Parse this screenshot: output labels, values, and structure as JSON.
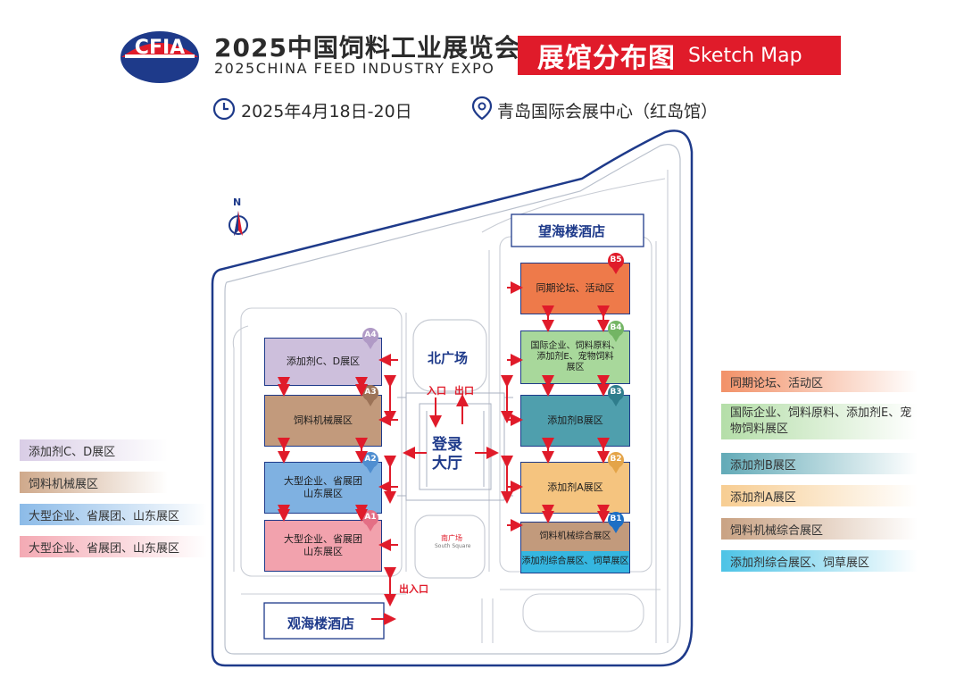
{
  "header": {
    "logo_text": "CFIA",
    "title_cn": "2025中国饲料工业展览会",
    "title_en": "2025CHINA FEED INDUSTRY EXPO",
    "badge_cn": "展馆分布图",
    "badge_en": "Sketch Map",
    "date": "2025年4月18日-20日",
    "venue": "青岛国际会展中心（红岛馆）"
  },
  "compass": {
    "label": "N"
  },
  "map": {
    "halls": [
      {
        "id": "A4",
        "label": "添加剂C、D展区",
        "color": "#cdbfdc"
      },
      {
        "id": "A3",
        "label": "饲料机械展区",
        "color": "#c29a7c"
      },
      {
        "id": "A2",
        "label": "大型企业、省展团\n山东展区",
        "color": "#7fb1e1"
      },
      {
        "id": "A1",
        "label": "大型企业、省展团\n山东展区",
        "color": "#f2a2ad"
      },
      {
        "id": "B5",
        "label": "同期论坛、活动区",
        "color": "#ee7a4a"
      },
      {
        "id": "B4",
        "label": "国际企业、饲料原料、\n添加剂E、宠物饲料\n展区",
        "color": "#a8d89b"
      },
      {
        "id": "B3",
        "label": "添加剂B展区",
        "color": "#4f9fad"
      },
      {
        "id": "B2",
        "label": "添加剂A展区",
        "color": "#f5c47f"
      },
      {
        "id": "B1_top",
        "label": "饲料机械综合展区",
        "color": "#c29a7c"
      },
      {
        "id": "B1_bottom",
        "label": "添加剂综合展区、饲草展区",
        "color": "#35b6e0"
      }
    ],
    "hall_ids": [
      "A4",
      "A3",
      "A2",
      "A1",
      "B5",
      "B4",
      "B3",
      "B2",
      "B1"
    ],
    "north_plaza": "北广场",
    "south_plaza": "南广场",
    "south_plaza_en": "South Square",
    "lobby": "登录\n大厅",
    "entrance": "入口",
    "exit": "出口",
    "in_out": "出入口",
    "hotel_north": "望海楼酒店",
    "hotel_south": "观海楼酒店",
    "accent_red": "#e01b2a",
    "outline_navy": "#1e3a8a"
  },
  "legend_left": [
    {
      "label": "添加剂C、D展区",
      "color": "#cdbfdc"
    },
    {
      "label": "饲料机械展区",
      "color": "#c29a7c"
    },
    {
      "label": "大型企业、省展团、山东展区",
      "color": "#7fb1e1"
    },
    {
      "label": "大型企业、省展团、山东展区",
      "color": "#f2a2ad"
    }
  ],
  "legend_right": [
    {
      "label": "同期论坛、活动区",
      "color": "#ee7a4a"
    },
    {
      "label": "国际企业、饲料原料、添加剂E、宠物饲料展区",
      "color": "#a8d89b"
    },
    {
      "label": "添加剂B展区",
      "color": "#4f9fad"
    },
    {
      "label": "添加剂A展区",
      "color": "#f5c47f"
    },
    {
      "label": "饲料机械综合展区",
      "color": "#c29a7c"
    },
    {
      "label": "添加剂综合展区、饲草展区",
      "color": "#35b6e0"
    }
  ]
}
